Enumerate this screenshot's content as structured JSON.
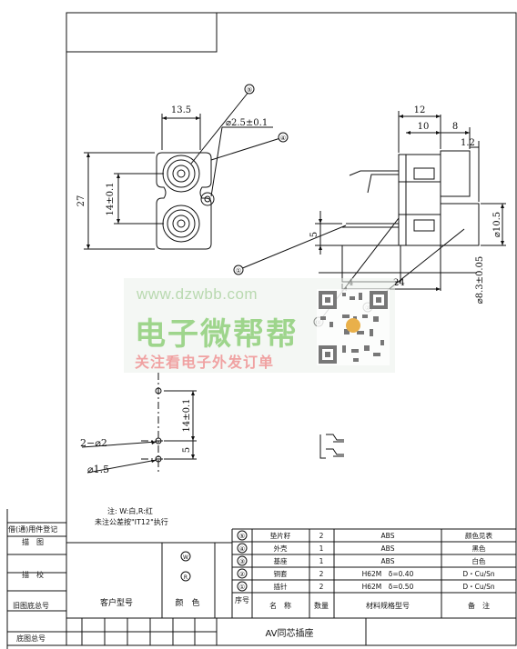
{
  "watermark": {
    "domain": "www.dzwbb.com",
    "name_cn": "电子微帮帮",
    "slogan": "关注看电子外发订单"
  },
  "dimensions": {
    "width_13_5": "13.5",
    "dia_2_5": "⌀2.5±0.1",
    "h27": "27",
    "h14": "14±0.1",
    "w12": "12",
    "w10": "10",
    "w8": "8",
    "w1_2": "1.2",
    "h5": "5",
    "dia10_5": "⌀10.5",
    "dia8_3": "⌀8.3±0.05",
    "w4": "4",
    "w24": "24",
    "hole_14": "14±0.1",
    "hole_5": "5",
    "holes_2": "2−⌀2",
    "hole_1_5": "⌀1.5"
  },
  "balloons": [
    "①",
    "②",
    "③",
    "④",
    "⑤"
  ],
  "notes": {
    "line1": "注: W:白,R:红",
    "line2": "未注公差按\"IT12\"执行"
  },
  "left_labels": {
    "reg": "借(通)用件登记",
    "draw": "描　图",
    "check": "描　校",
    "old_no": "旧图底总号",
    "base_no": "底图总号"
  },
  "title_block": {
    "customer_model": "客户型号",
    "color": "颜　色",
    "w_mark": "W",
    "r_mark": "R",
    "product_name": "AV同芯插座"
  },
  "bom": {
    "header": {
      "seq": "序号",
      "name": "名　称",
      "qty": "数量",
      "spec": "材料规格型号",
      "remark": "备　注"
    },
    "rows": [
      {
        "no": "⑤",
        "name": "垫片籽",
        "qty": "2",
        "spec": "ABS",
        "remark": "颜色见表"
      },
      {
        "no": "④",
        "name": "外壳",
        "qty": "1",
        "spec": "ABS",
        "remark": "黑色"
      },
      {
        "no": "③",
        "name": "基座",
        "qty": "1",
        "spec": "ABS",
        "remark": "白色"
      },
      {
        "no": "②",
        "name": "铜套",
        "qty": "2",
        "spec": "H62M　δ=0.40",
        "remark": "D・Cu/Sn"
      },
      {
        "no": "①",
        "name": "插针",
        "qty": "2",
        "spec": "H62M　δ=0.50",
        "remark": "D・Cu/Sn"
      }
    ]
  }
}
